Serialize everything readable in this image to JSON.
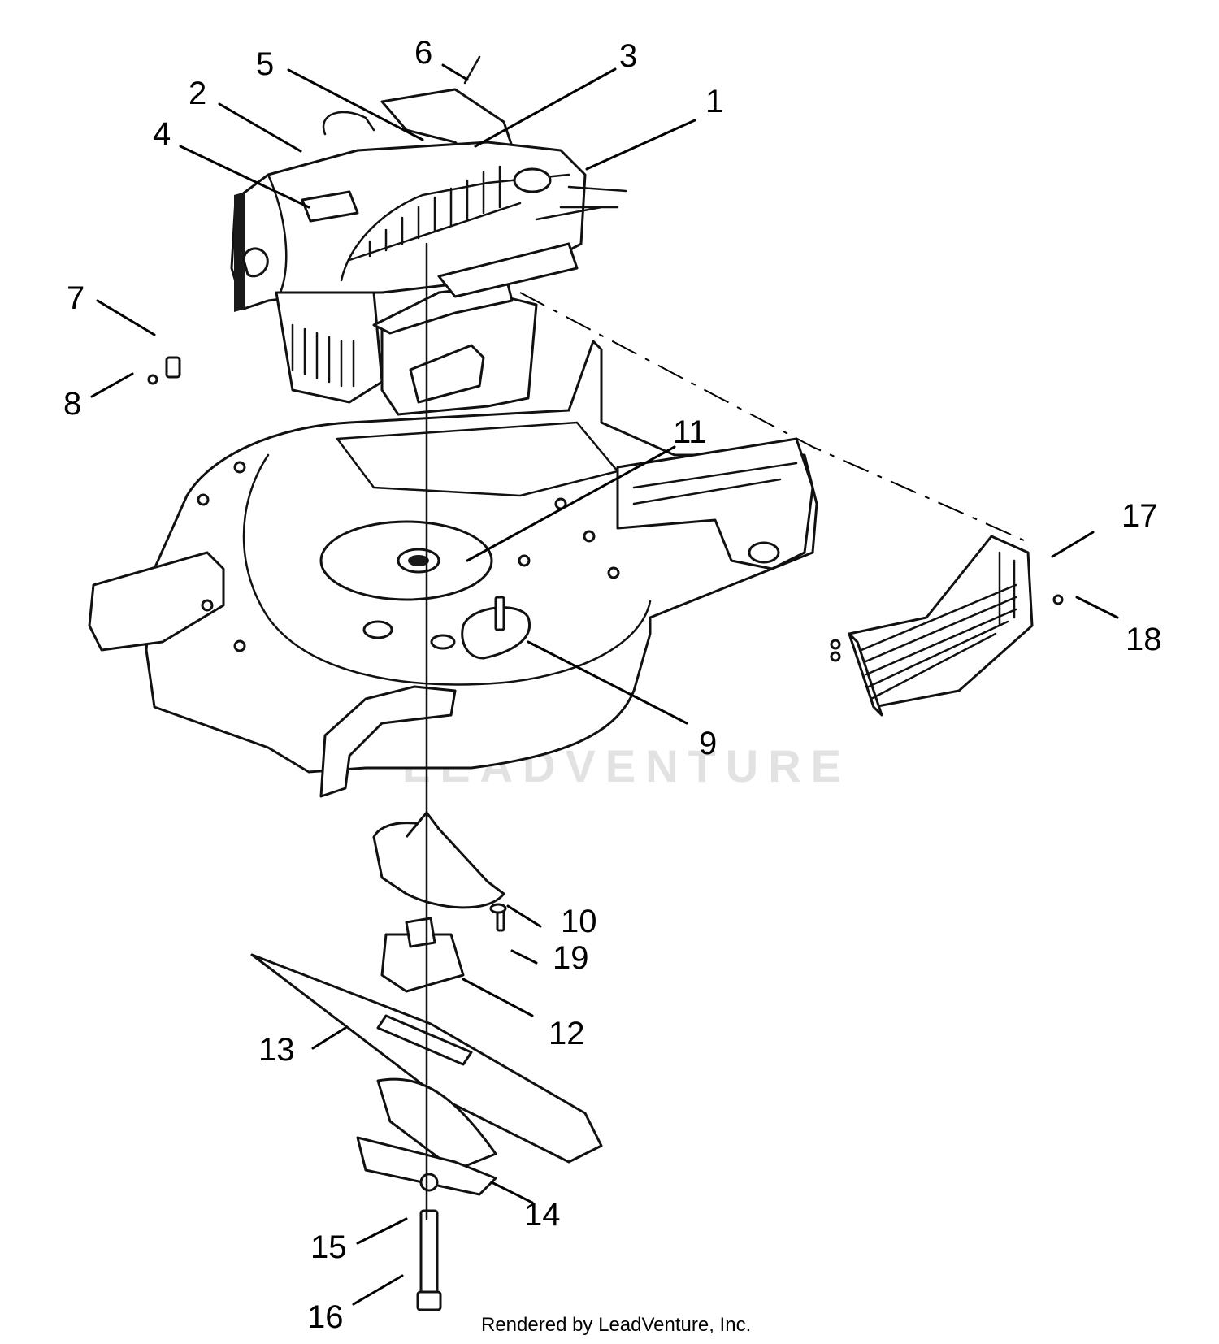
{
  "diagram": {
    "watermark_text": "LEADVENTURE",
    "credit": "Rendered by LeadVenture, Inc.",
    "callouts": [
      "1",
      "2",
      "3",
      "4",
      "5",
      "6",
      "7",
      "8",
      "9",
      "10",
      "11",
      "12",
      "13",
      "14",
      "15",
      "16",
      "17",
      "18",
      "19"
    ]
  }
}
